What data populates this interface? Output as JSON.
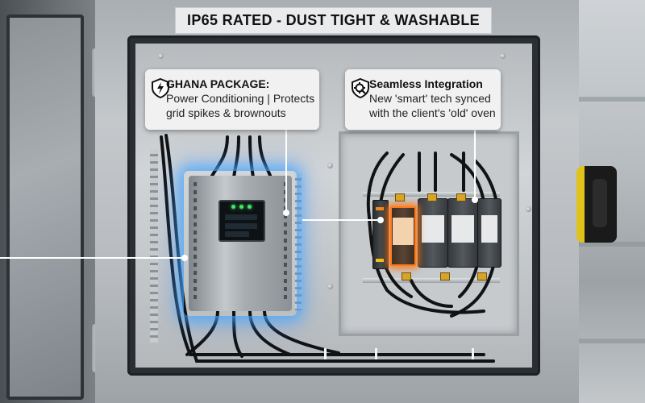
{
  "top_label": "IP65 RATED - DUST TIGHT & WASHABLE",
  "callout_left": {
    "title": "GHANA PACKAGE:",
    "lines": [
      "Power Conditioning | Protects",
      "grid spikes & brownouts"
    ],
    "icon": "lightning-shield-icon"
  },
  "callout_right": {
    "title": "Seamless Integration",
    "lines": [
      "New 'smart' tech synced",
      "with the client's 'old' oven"
    ],
    "icon": "gear-link-shield-icon"
  },
  "colors": {
    "glow_blue": "#46aaff",
    "highlight_orange": "#ff7a1a",
    "handle_yellow": "#e0c21a",
    "led_green": "#3ee86a"
  }
}
